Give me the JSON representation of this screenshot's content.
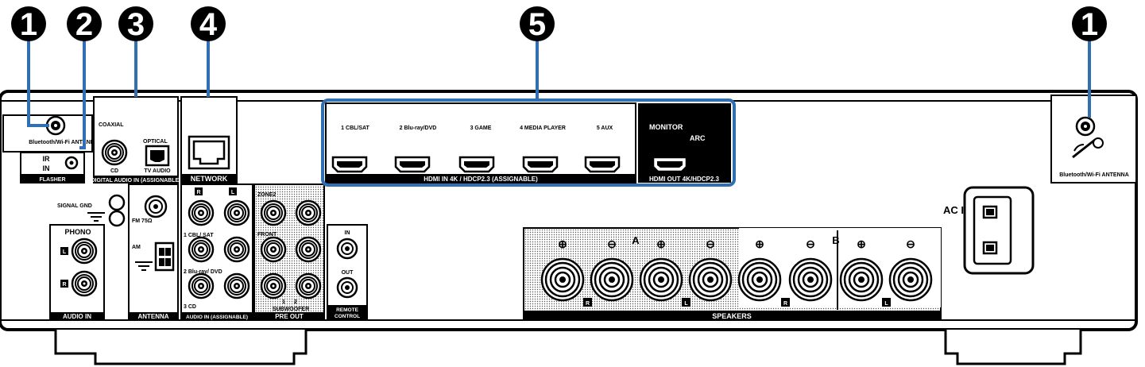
{
  "callouts": [
    "1",
    "2",
    "3",
    "4",
    "5",
    "1"
  ],
  "labels": {
    "bt_antenna_left": "Bluetooth/Wi-Fi ANTENNA",
    "ir": "IR",
    "in": "IN",
    "flasher": "FLASHER",
    "coaxial": "COAXIAL",
    "optical": "OPTICAL",
    "cd": "CD",
    "tv_audio": "TV AUDIO",
    "digital_audio_in": "DIGITAL AUDIO IN (ASSIGNABLE)",
    "network": "NETWORK",
    "hdmi_in_1": "1 CBL/SAT",
    "hdmi_in_2": "2 Blu-ray/DVD",
    "hdmi_in_3": "3 GAME",
    "hdmi_in_4": "4 MEDIA PLAYER",
    "hdmi_in_5": "5 AUX",
    "monitor": "MONITOR",
    "arc": "ARC",
    "hdmi_in_bar": "HDMI IN 4K / HDCP2.3 (ASSIGNABLE)",
    "hdmi_out_bar": "HDMI OUT 4K/HDCP2.3",
    "bt_antenna_right": "Bluetooth/Wi-Fi ANTENNA",
    "signal_gnd": "SIGNAL GND",
    "phono": "PHONO",
    "audio_in_phono": "AUDIO IN",
    "fm": "FM 75Ω",
    "am": "AM",
    "antenna": "ANTENNA",
    "r": "R",
    "l": "L",
    "cbl_sat": "1 CBL/ SAT",
    "bluray": "2 Blu-ray/ DVD",
    "cd_in": "3 CD",
    "audio_in_assignable": "AUDIO IN (ASSIGNABLE)",
    "zone2": "ZONE2",
    "front": "FRONT",
    "subwoofer": "SUBWOOFER",
    "sub_1": "1",
    "sub_2": "2",
    "pre_out": "PRE OUT",
    "remote_in": "IN",
    "remote_out": "OUT",
    "remote_control": "REMOTE CONTROL",
    "speakers_a": "A",
    "speakers_b": "B",
    "speakers": "SPEAKERS",
    "plus": "⊕",
    "minus": "⊖",
    "ac_in": "AC IN"
  },
  "colors": {
    "callout_line": "#2f6fb2",
    "callout_fill": "#000000",
    "panel_fill": "#ffffff"
  }
}
